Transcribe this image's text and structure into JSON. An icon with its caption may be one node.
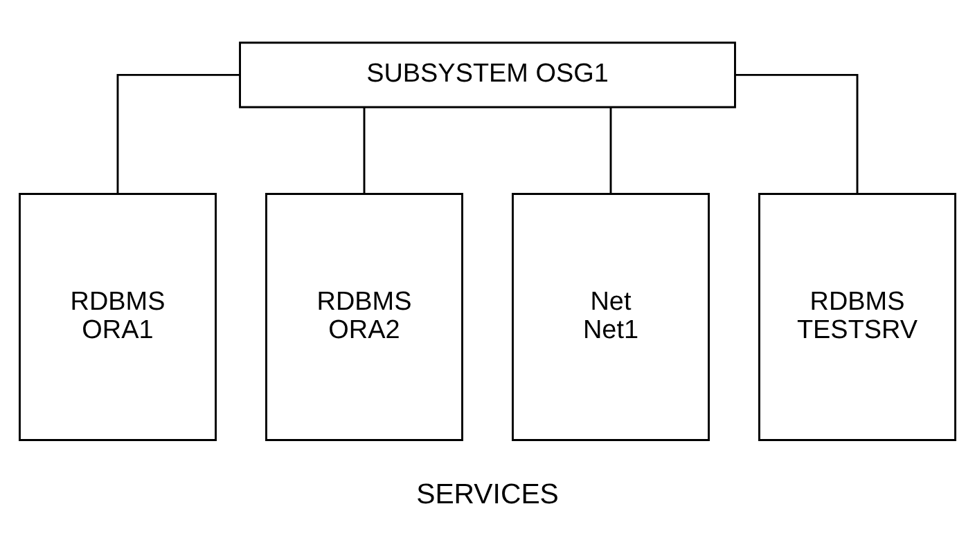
{
  "diagram": {
    "caption": "SERVICES",
    "nodes": [
      {
        "text": [
          "SUBSYSTEM OSG1"
        ]
      },
      {
        "text": [
          "RDBMS",
          "ORA1"
        ]
      },
      {
        "text": [
          "RDBMS",
          "ORA2"
        ]
      },
      {
        "text": [
          "Net",
          "Net1"
        ]
      },
      {
        "text": [
          "RDBMS",
          "TESTSRV"
        ]
      }
    ],
    "edges": [
      {
        "from": 0,
        "to": 1,
        "arrow": "none"
      },
      {
        "from": 0,
        "to": 2,
        "arrow": "none"
      },
      {
        "from": 0,
        "to": 3,
        "arrow": "none"
      },
      {
        "from": 0,
        "to": 4,
        "arrow": "none"
      }
    ]
  }
}
